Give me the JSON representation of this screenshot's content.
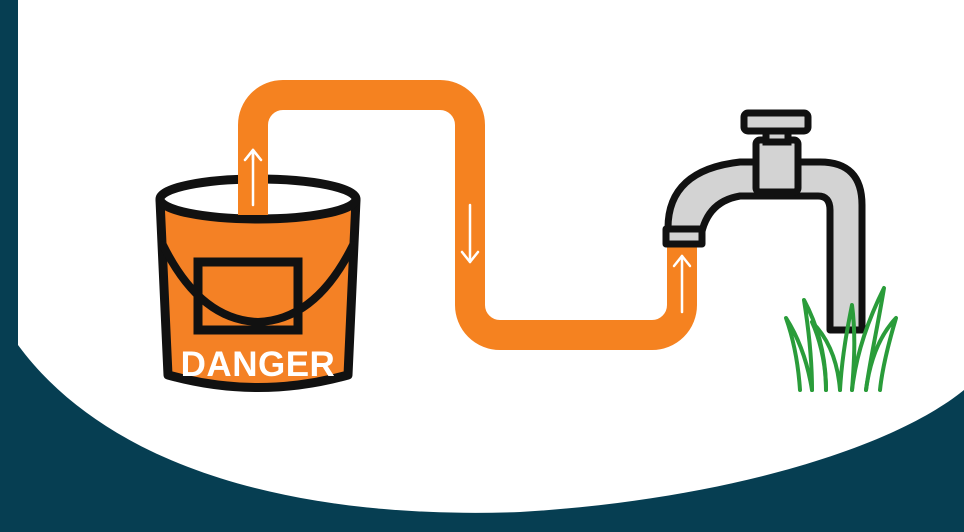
{
  "colors": {
    "background_dark": "#063e52",
    "panel_white": "#ffffff",
    "hose_orange": "#f58220",
    "bucket_orange": "#f48125",
    "outline_black": "#111111",
    "faucet_grey": "#d3d3d3",
    "grass_green": "#2a9c3a",
    "arrow_white": "#ffffff"
  },
  "bucket": {
    "label": "DANGER",
    "icon": "bucket-icon"
  },
  "hose": {
    "flow_arrows": [
      {
        "direction": "up",
        "icon": "arrow-up-icon"
      },
      {
        "direction": "down",
        "icon": "arrow-down-icon"
      },
      {
        "direction": "up",
        "icon": "arrow-up-icon"
      }
    ]
  },
  "faucet": {
    "icon": "faucet-icon"
  },
  "grass": {
    "icon": "grass-icon"
  }
}
